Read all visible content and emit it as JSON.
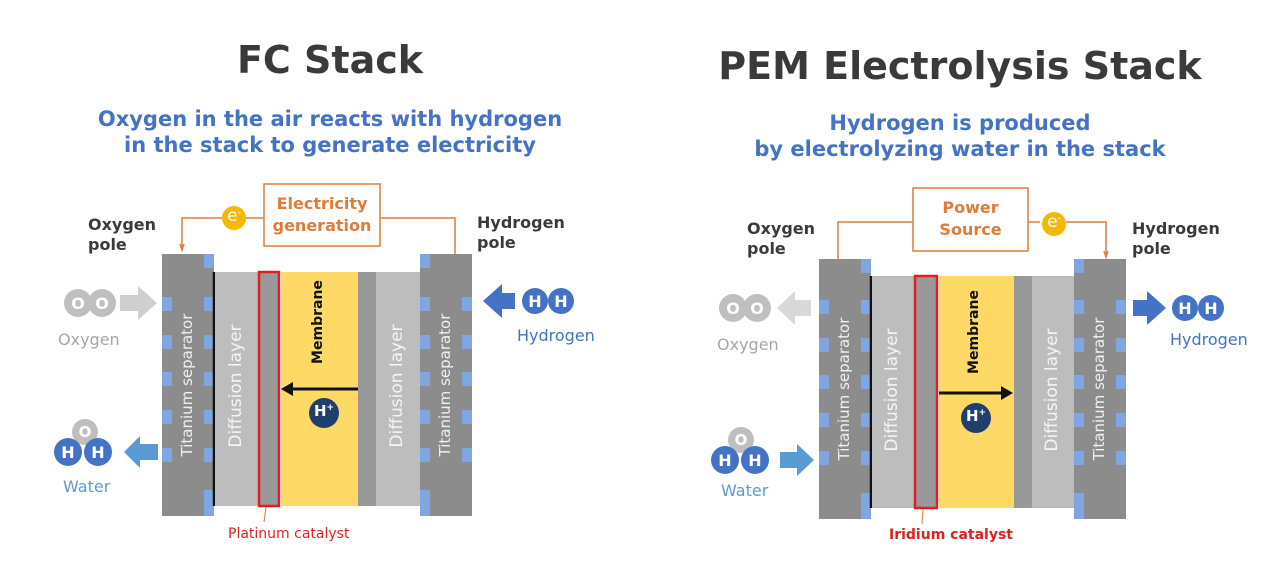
{
  "left_panel": {
    "title": "FC Stack",
    "subtitle_line1": "Oxygen in the air reacts with hydrogen",
    "subtitle_line2": "in the stack to generate electricity",
    "circuit_box_line1": "Electricity",
    "circuit_box_line2": "generation",
    "electron_symbol": "e",
    "electron_superscript": "-",
    "left_pole_line1": "Oxygen",
    "left_pole_line2": "pole",
    "right_pole_line1": "Hydrogen",
    "right_pole_line2": "pole",
    "oxygen_label": "Oxygen",
    "oxygen_atom": "O",
    "hydrogen_label": "Hydrogen",
    "hydrogen_atom": "H",
    "water_label": "Water",
    "separator_label": "Titanium separator",
    "diffusion_label": "Diffusion layer",
    "membrane_label": "Membrane",
    "proton_symbol": "H",
    "proton_superscript": "+",
    "catalyst_label": "Platinum catalyst",
    "proton_flow_direction": "left",
    "oxygen_flow": "in",
    "hydrogen_flow": "in",
    "water_flow": "out"
  },
  "right_panel": {
    "title": "PEM Electrolysis Stack",
    "subtitle_line1": "Hydrogen is produced",
    "subtitle_line2": "by electrolyzing water in the stack",
    "circuit_box_line1": "Power",
    "circuit_box_line2": "Source",
    "electron_symbol": "e",
    "electron_superscript": "-",
    "left_pole_line1": "Oxygen",
    "left_pole_line2": "pole",
    "right_pole_line1": "Hydrogen",
    "right_pole_line2": "pole",
    "oxygen_label": "Oxygen",
    "oxygen_atom": "O",
    "hydrogen_label": "Hydrogen",
    "hydrogen_atom": "H",
    "water_label": "Water",
    "separator_label": "Titanium separator",
    "diffusion_label": "Diffusion layer",
    "membrane_label": "Membrane",
    "proton_symbol": "H",
    "proton_superscript": "+",
    "catalyst_label": "Iridium catalyst",
    "proton_flow_direction": "right",
    "oxygen_flow": "out",
    "hydrogen_flow": "out",
    "water_flow": "in"
  },
  "colors": {
    "title": "#3a3a3a",
    "subtitle": "#4472c4",
    "circuit": "#e07b39",
    "electron": "#f5b800",
    "separator": "#8c8c8c",
    "separator_channel": "#7fa6e0",
    "diffusion": "#bdbdbd",
    "catalyst_layer": "#999999",
    "catalyst_outline": "#e02020",
    "membrane": "#ffd966",
    "proton": "#1f3f6e",
    "oxygen_molecule": "#bfbfbf",
    "hydrogen_molecule": "#4472c4",
    "water_arrow": "#5b9bd5"
  }
}
